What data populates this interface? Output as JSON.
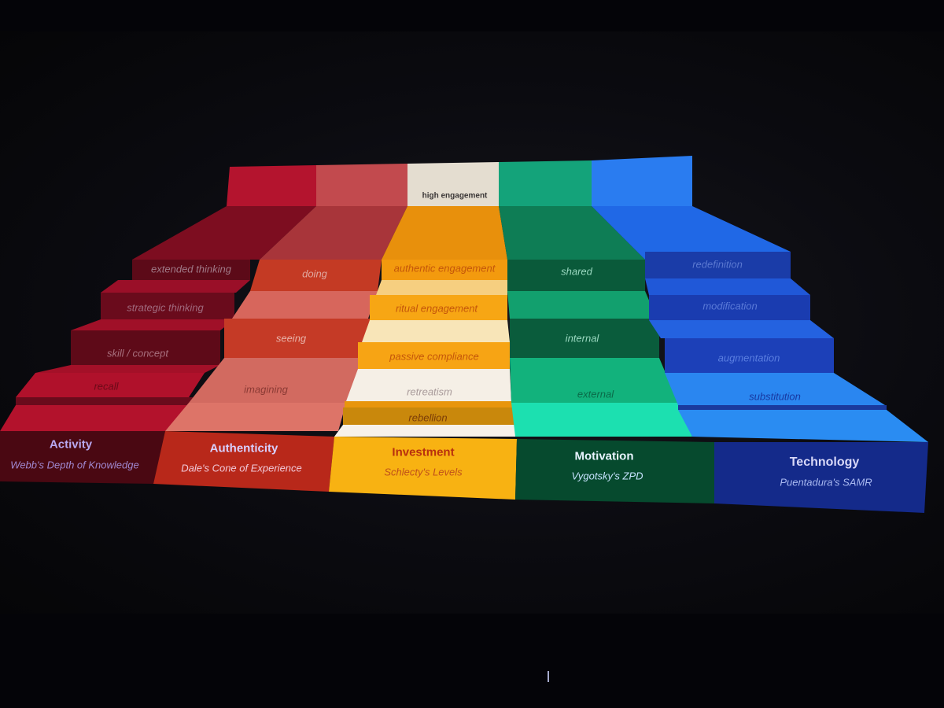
{
  "slide": {
    "top_label": "high engagement",
    "columns": [
      {
        "title": "Activity",
        "subtitle": "Webb's Depth of Knowledge",
        "color": "#b3102a",
        "steps": [
          "recall",
          "skill / concept",
          "strategic thinking",
          "extended thinking"
        ]
      },
      {
        "title": "Authenticity",
        "subtitle": "Dale's Cone of Experience",
        "color": "#d9574a",
        "steps": [
          "imagining",
          "seeing",
          "doing"
        ]
      },
      {
        "title": "Investment",
        "subtitle": "Schlecty's Levels",
        "color": "#f5a512",
        "steps": [
          "rebellion",
          "retreatism",
          "passive compliance",
          "ritual engagement",
          "authentic engagement"
        ]
      },
      {
        "title": "Motivation",
        "subtitle": "Vygotsky's ZPD",
        "color": "#0f8a5a",
        "steps": [
          "external",
          "internal",
          "shared"
        ]
      },
      {
        "title": "Technology",
        "subtitle": "Puentadura's SAMR",
        "color": "#1f5be0",
        "steps": [
          "substitution",
          "augmentation",
          "modification",
          "redefinition"
        ]
      }
    ]
  }
}
